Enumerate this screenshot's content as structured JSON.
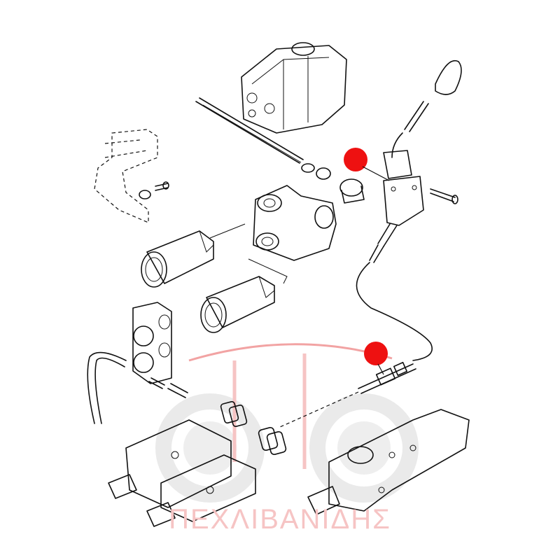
{
  "watermark": {
    "brand_text": "ΠΕΧΛΙΒΑΝΙΔΗΣ",
    "brand_color": "#f6c4c4",
    "gear_color": "#d9d9d9"
  },
  "markers": [
    {
      "name": "callout-marker-lever",
      "color": "#ee1111"
    },
    {
      "name": "callout-marker-cable-end",
      "color": "#ee1111"
    }
  ],
  "line_color": "#111111"
}
